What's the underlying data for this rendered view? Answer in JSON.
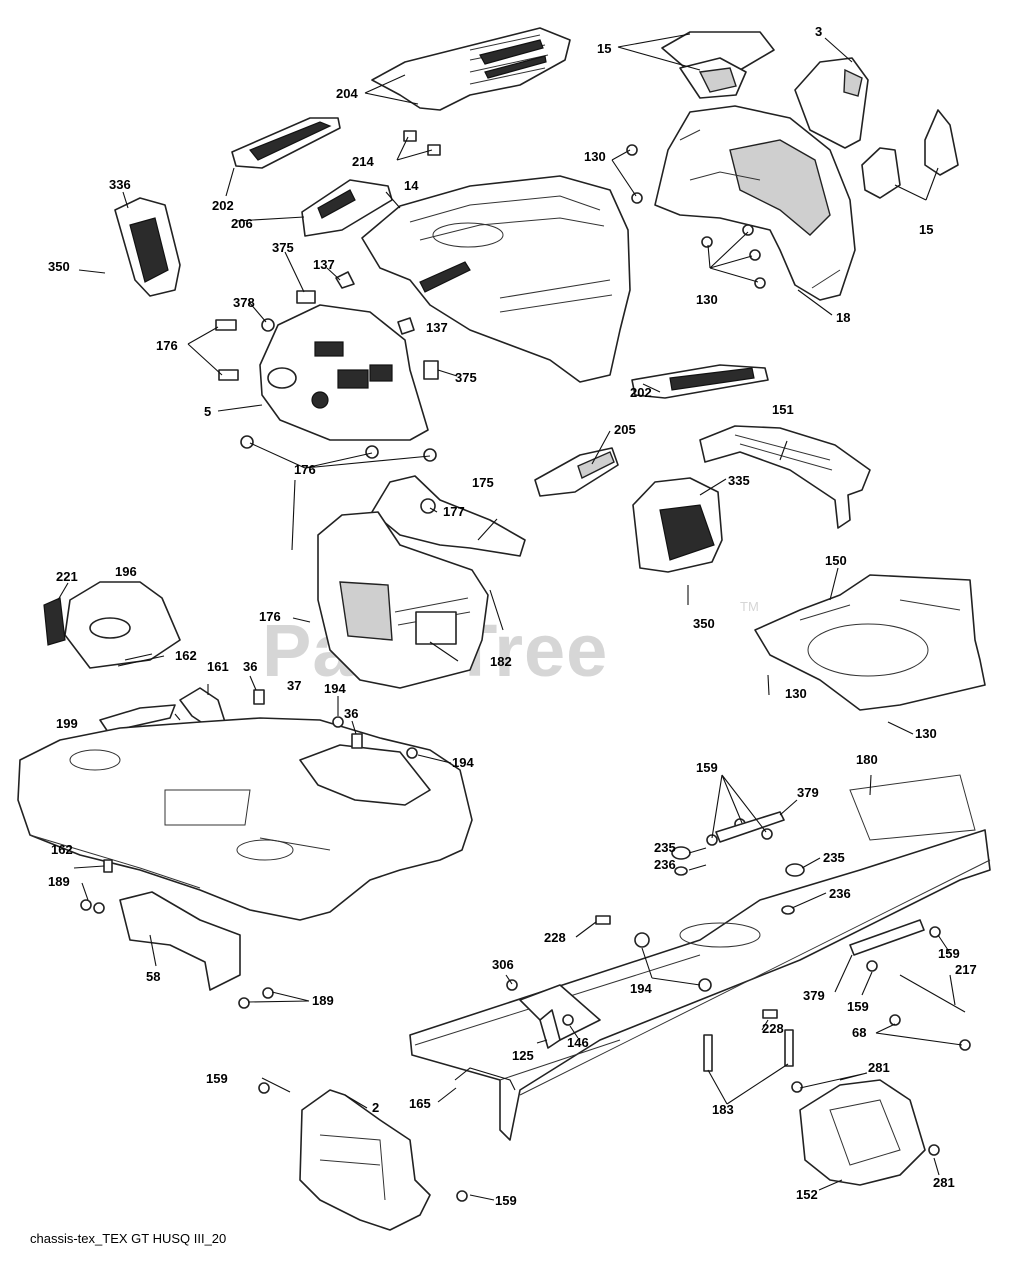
{
  "diagram_ref": "chassis-tex_TEX GT HUSQ III_20",
  "watermark": "PartsTree",
  "watermark_tm": "TM",
  "callouts": [
    "15",
    "3",
    "204",
    "214",
    "130",
    "336",
    "202",
    "14",
    "206",
    "350",
    "375",
    "137",
    "378",
    "176",
    "5",
    "137",
    "375",
    "18",
    "15",
    "130",
    "202",
    "151",
    "205",
    "176",
    "175",
    "177",
    "335",
    "221",
    "196",
    "162",
    "176",
    "350",
    "150",
    "182",
    "161",
    "36",
    "37",
    "194",
    "36",
    "194",
    "130",
    "199",
    "130",
    "180",
    "159",
    "379",
    "235",
    "236",
    "235",
    "162",
    "236",
    "189",
    "228",
    "159",
    "58",
    "194",
    "306",
    "217",
    "379",
    "159",
    "189",
    "68",
    "146",
    "125",
    "228",
    "165",
    "183",
    "281",
    "159",
    "2",
    "159",
    "152",
    "281"
  ]
}
